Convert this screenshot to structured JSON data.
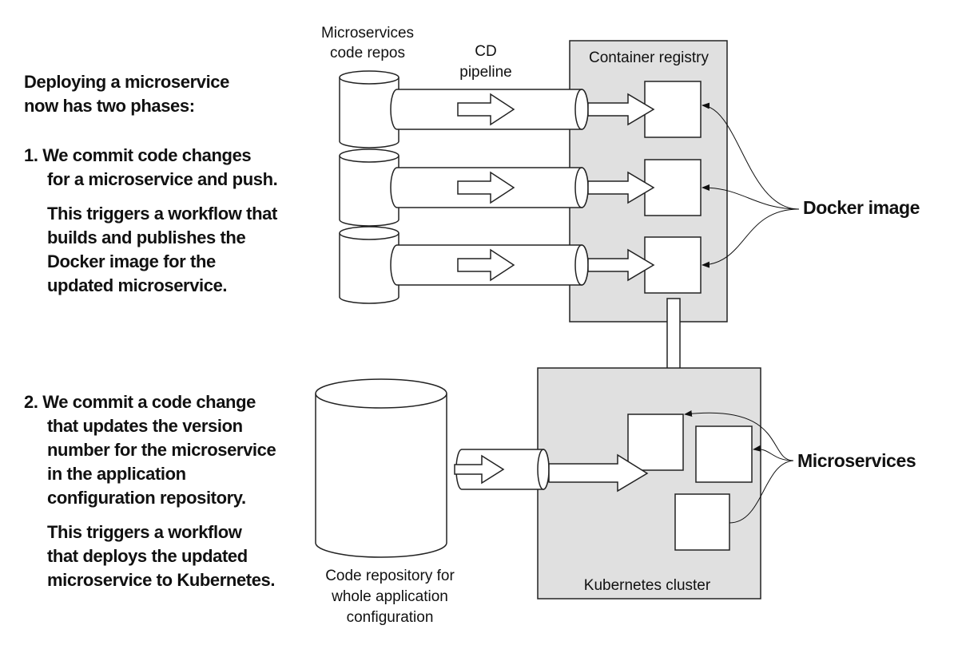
{
  "intro": [
    "Deploying a microservice",
    "now has two phases:"
  ],
  "phase1": {
    "step": [
      "1. We commit code changes",
      "for a microservice and push."
    ],
    "detail": [
      "This triggers a workflow that",
      "builds and publishes the",
      "Docker image for the",
      "updated microservice."
    ]
  },
  "phase2": {
    "step": [
      "2. We commit a code change",
      "that updates the version",
      "number for the microservice",
      "in the application",
      "configuration repository."
    ],
    "detail": [
      "This triggers a workflow",
      "that deploys the updated",
      "microservice to Kubernetes."
    ]
  },
  "diagram": {
    "repos_label": [
      "Microservices",
      "code repos"
    ],
    "pipeline_label": [
      "CD",
      "pipeline"
    ],
    "registry_label": "Container registry",
    "docker_image_label": "Docker image",
    "cluster_label": "Kubernetes cluster",
    "microservices_label": "Microservices",
    "config_repo_label": [
      "Code repository for",
      "whole application",
      "configuration"
    ],
    "box_fill": "#e0e0e0"
  }
}
